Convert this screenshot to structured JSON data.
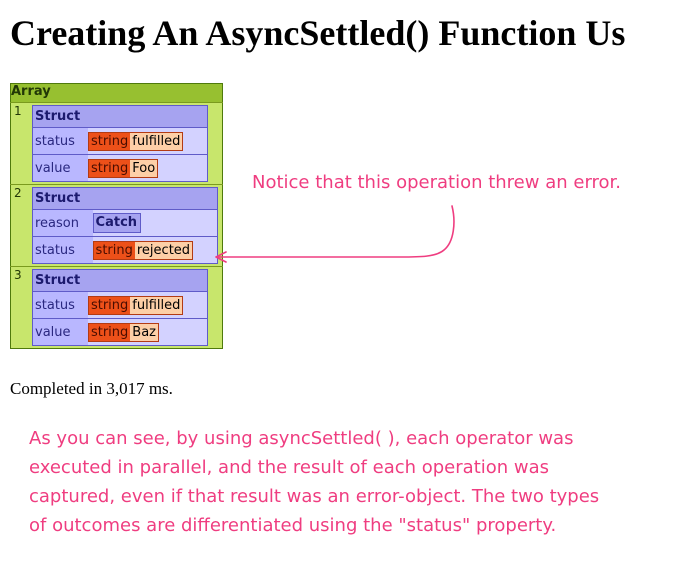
{
  "page": {
    "title": "Creating An AsyncSettled() Function Us"
  },
  "dump": {
    "array_label": "Array",
    "items": [
      {
        "index": "1",
        "struct_label": "Struct",
        "rows": [
          {
            "key": "status",
            "type": "string",
            "value": "fulfilled"
          },
          {
            "key": "value",
            "type": "string",
            "value": "Foo"
          }
        ]
      },
      {
        "index": "2",
        "struct_label": "Struct",
        "rows": [
          {
            "key": "reason",
            "catch": "Catch"
          },
          {
            "key": "status",
            "type": "string",
            "value": "rejected"
          }
        ]
      },
      {
        "index": "3",
        "struct_label": "Struct",
        "rows": [
          {
            "key": "status",
            "type": "string",
            "value": "fulfilled"
          },
          {
            "key": "value",
            "type": "string",
            "value": "Baz"
          }
        ]
      }
    ]
  },
  "completed_text": "Completed in 3,017 ms.",
  "annotations": {
    "error_note": "Notice that this operation threw an error.",
    "summary_note": "As you can see, by using asyncSettled( ), each operator was\nexecuted in parallel, and the result of each operation was\ncaptured, even if that result was an error-object. The two types\nof outcomes are differentiated using the \"status\" property.",
    "color": "#ef3d80"
  }
}
